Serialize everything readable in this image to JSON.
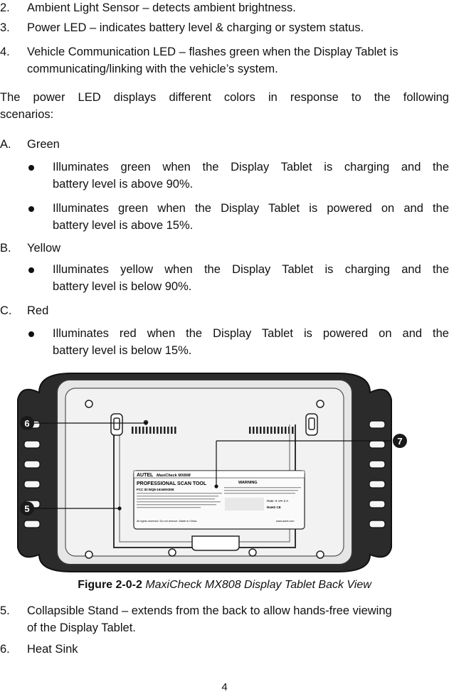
{
  "intro_items": [
    {
      "num": "2.",
      "text": "Ambient Light Sensor – detects ambient brightness."
    },
    {
      "num": "3.",
      "text": "Power LED – indicates battery level & charging or system status."
    },
    {
      "num": "4.",
      "text": "Vehicle Communication LED – flashes green when the Display Tablet is",
      "text2": "communicating/linking with the vehicle’s system."
    }
  ],
  "paragraph": {
    "line1": "The power LED displays different colors in response to the following",
    "line2": "scenarios:"
  },
  "colors": [
    {
      "letter": "A.",
      "name": "Green",
      "bullets": [
        {
          "line1": "Illuminates green when the Display Tablet is charging and the",
          "line2": "battery level is above 90%."
        },
        {
          "line1": "Illuminates green when the Display Tablet is powered on and the",
          "line2": "battery level is above 15%."
        }
      ]
    },
    {
      "letter": "B.",
      "name": "Yellow",
      "bullets": [
        {
          "line1": "Illuminates yellow when the Display Tablet is charging and the",
          "line2": "battery level is below 90%."
        }
      ]
    },
    {
      "letter": "C.",
      "name": "Red",
      "bullets": [
        {
          "line1": "Illuminates red when the Display Tablet is powered on and the",
          "line2": "battery level is below 15%."
        }
      ]
    }
  ],
  "figure": {
    "callouts": [
      "6",
      "7",
      "5"
    ],
    "label": {
      "brand": "AUTEL",
      "model": "MaxiCheck MX808",
      "warning": "WARNING",
      "title": "PROFESSIONAL SCAN TOOL",
      "fcc": "FCC ID:WQ8-1616MX808",
      "rating": "Rate: 5 V⎓ 2 A",
      "marks": "RoHS CE",
      "footer_left": "All rights reserved.  Do not remove.  Made in China.",
      "footer_right": "www.autel.com"
    },
    "caption_bold": "Figure 2-0-2",
    "caption_italic": "MaxiCheck MX808 Display Tablet Back View"
  },
  "outro_items": [
    {
      "num": "5.",
      "text": "Collapsible Stand – extends from the back to allow hands-free viewing",
      "text2": "of the Display Tablet."
    },
    {
      "num": "6.",
      "text": "Heat Sink"
    }
  ],
  "page_number": "4"
}
